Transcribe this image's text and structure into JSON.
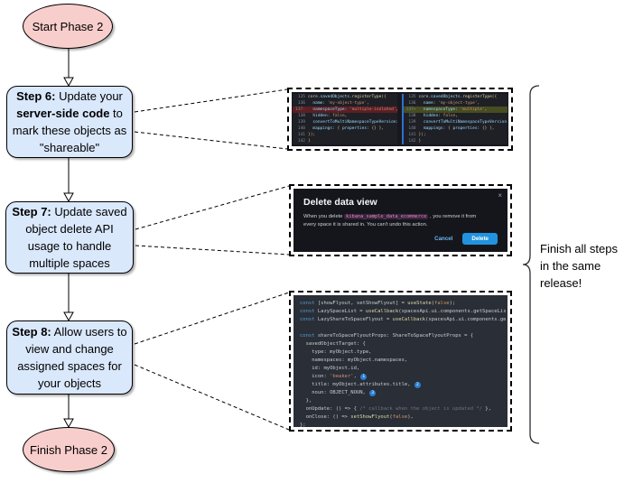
{
  "flowchart": {
    "start": {
      "label": "Start Phase 2"
    },
    "steps": [
      {
        "rich": [
          [
            "Step 6:",
            1
          ],
          [
            " Update your ",
            0
          ],
          [
            "server-side code",
            1
          ],
          [
            " to mark these objects as \"shareable\"",
            0
          ]
        ]
      },
      {
        "rich": [
          [
            "Step 7:",
            1
          ],
          [
            " Update saved object delete API usage to handle multiple spaces",
            0
          ]
        ]
      },
      {
        "rich": [
          [
            "Step 8:",
            1
          ],
          [
            " Allow users to view and change assigned spaces for your objects",
            0
          ]
        ]
      }
    ],
    "finish": {
      "label": "Finish Phase 2"
    }
  },
  "annotation": {
    "text": "Finish all steps\nin the same\nrelease!"
  },
  "screens": {
    "diff": {
      "left": [
        {
          "g": "135",
          "t": [
            [
              "d",
              "core."
            ],
            [
              "p",
              "savedObjects"
            ],
            [
              "d",
              "."
            ],
            [
              "f",
              "registerType"
            ],
            [
              "g2",
              "({"
            ]
          ]
        },
        {
          "g": "136",
          "t": [
            [
              "p",
              "  name"
            ],
            [
              "d",
              ": "
            ],
            [
              "s",
              "'my-object-type'"
            ],
            [
              "d",
              ","
            ]
          ]
        },
        {
          "g": "137-",
          "bg": "del",
          "t": [
            [
              "p",
              "  namespaceType"
            ],
            [
              "d",
              ": "
            ],
            [
              "s",
              "'multiple-isolated'"
            ],
            [
              "d",
              ","
            ]
          ]
        },
        {
          "g": "138",
          "t": [
            [
              "p",
              "  hidden"
            ],
            [
              "d",
              ": "
            ],
            [
              "n",
              "false"
            ],
            [
              "d",
              ","
            ]
          ]
        },
        {
          "g": "139",
          "t": [
            [
              "p",
              "  convertToMultiNamespaceTypeVersion"
            ],
            [
              "d",
              ": "
            ]
          ]
        },
        {
          "g": "140",
          "t": [
            [
              "p",
              "  mappings"
            ],
            [
              "d",
              ": "
            ],
            [
              "g2",
              "{ "
            ],
            [
              "p",
              "properties"
            ],
            [
              "d",
              ": "
            ],
            [
              "g2",
              "{}"
            ],
            [
              "g2",
              " }"
            ],
            [
              "d",
              ","
            ]
          ]
        },
        {
          "g": "141",
          "t": [
            [
              "g2",
              "});"
            ]
          ]
        },
        {
          "g": "142",
          "t": [
            [
              "g2",
              "}"
            ]
          ]
        }
      ],
      "right": [
        {
          "g": "135",
          "t": [
            [
              "d",
              "core."
            ],
            [
              "p",
              "savedObjects"
            ],
            [
              "d",
              "."
            ],
            [
              "f",
              "registerType"
            ],
            [
              "g2",
              "({"
            ]
          ]
        },
        {
          "g": "136",
          "t": [
            [
              "p",
              "  name"
            ],
            [
              "d",
              ": "
            ],
            [
              "s",
              "'my-object-type'"
            ],
            [
              "d",
              ","
            ]
          ]
        },
        {
          "g": "137+",
          "bg": "add",
          "t": [
            [
              "p",
              "  namespaceType"
            ],
            [
              "d",
              ": "
            ],
            [
              "s",
              "'multiple'"
            ],
            [
              "d",
              ","
            ]
          ]
        },
        {
          "g": "138",
          "t": [
            [
              "p",
              "  hidden"
            ],
            [
              "d",
              ": "
            ],
            [
              "n",
              "false"
            ],
            [
              "d",
              ","
            ]
          ]
        },
        {
          "g": "139",
          "t": [
            [
              "p",
              "  convertToMultiNamespaceTypeVersion"
            ],
            [
              "d",
              ": "
            ]
          ]
        },
        {
          "g": "140",
          "t": [
            [
              "p",
              "  mappings"
            ],
            [
              "d",
              ": "
            ],
            [
              "g2",
              "{ "
            ],
            [
              "p",
              "properties"
            ],
            [
              "d",
              ": "
            ],
            [
              "g2",
              "{}"
            ],
            [
              "g2",
              " }"
            ],
            [
              "d",
              ","
            ]
          ]
        },
        {
          "g": "141",
          "t": [
            [
              "g2",
              "});"
            ]
          ]
        },
        {
          "g": "142",
          "t": [
            [
              "g2",
              "}"
            ]
          ]
        }
      ]
    },
    "dialog": {
      "title": "Delete data view",
      "close_icon": "×",
      "body_pre": "When you delete ",
      "body_code": "kibana_sample_data_ecommerce",
      "body_post": " , you remove it from every space it is shared in. You can't undo this action.",
      "cancel_label": "Cancel",
      "delete_label": "Delete"
    },
    "code": {
      "lines": [
        {
          "t": [
            [
              "k",
              "const"
            ],
            [
              "d",
              " [showFlyout, setShowFlyout] = "
            ],
            [
              "f",
              "useState"
            ],
            [
              "d",
              "("
            ],
            [
              "n",
              "false"
            ],
            [
              "d",
              ");"
            ]
          ]
        },
        {
          "t": [
            [
              "k",
              "const"
            ],
            [
              "d",
              " LazySpaceList = "
            ],
            [
              "f",
              "useCallback"
            ],
            [
              "d",
              "(spacesApi.ui.components.getSpaceLis"
            ]
          ]
        },
        {
          "t": [
            [
              "k",
              "const"
            ],
            [
              "d",
              " LazyShareToSpaceFlyout = "
            ],
            [
              "f",
              "useCallback"
            ],
            [
              "d",
              "(spacesApi.ui.components.ge"
            ]
          ]
        },
        {
          "t": []
        },
        {
          "t": [
            [
              "k",
              "const"
            ],
            [
              "d",
              " shareToSpaceFlyoutProps: ShareToSpaceFlyoutProps = {"
            ]
          ]
        },
        {
          "t": [
            [
              "d",
              "  savedObjectTarget: {"
            ]
          ]
        },
        {
          "t": [
            [
              "d",
              "    type: myObject.type,"
            ]
          ]
        },
        {
          "t": [
            [
              "d",
              "    namespaces: myObject.namespaces,"
            ]
          ]
        },
        {
          "t": [
            [
              "d",
              "    id: myObject.id,"
            ]
          ]
        },
        {
          "t": [
            [
              "d",
              "    icon: "
            ],
            [
              "s",
              "'beaker'"
            ],
            [
              "d",
              ", "
            ],
            [
              "b",
              "1"
            ]
          ]
        },
        {
          "t": [
            [
              "d",
              "    title: myObject.attributes.title, "
            ],
            [
              "b",
              "2"
            ]
          ]
        },
        {
          "t": [
            [
              "d",
              "    noun: OBJECT_NOUN, "
            ],
            [
              "b",
              "3"
            ]
          ]
        },
        {
          "t": [
            [
              "d",
              "  },"
            ]
          ]
        },
        {
          "t": [
            [
              "d",
              "  onUpdate: () => { "
            ],
            [
              "c",
              "/* callback when the object is updated */"
            ],
            [
              "d",
              " },"
            ]
          ]
        },
        {
          "t": [
            [
              "d",
              "  onClose: () => "
            ],
            [
              "f",
              "setShowFlyout"
            ],
            [
              "d",
              "("
            ],
            [
              "n",
              "false"
            ],
            [
              "d",
              "),"
            ]
          ]
        },
        {
          "t": [
            [
              "d",
              "};"
            ]
          ]
        }
      ]
    }
  },
  "colors": {
    "node_pink": "#f8cecc",
    "node_blue": "#dae8fc",
    "diff_del_bg": "#5c1f24",
    "diff_add_bg": "#474d20",
    "dialog_primary_button": "#2193e0",
    "code_badge_blue": "#2b7fd4"
  }
}
